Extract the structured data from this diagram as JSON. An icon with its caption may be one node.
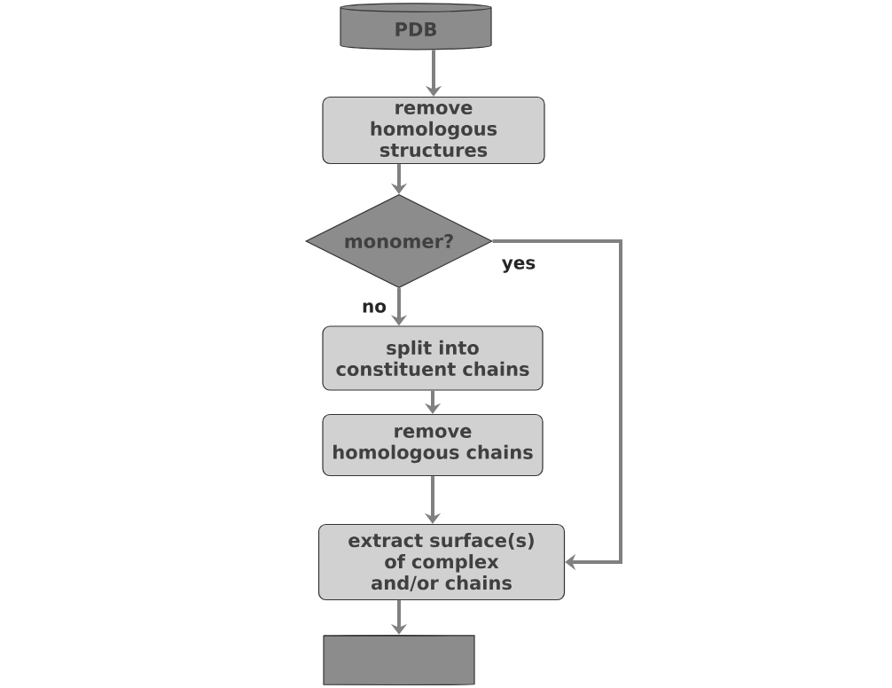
{
  "diagram": {
    "nodes": [
      {
        "text": [
          "PDB"
        ]
      },
      {
        "text": [
          "remove homologous structures"
        ]
      },
      {
        "text": [
          "monomer?"
        ]
      },
      {
        "text": [
          "split into constituent chains"
        ]
      },
      {
        "text": [
          "remove homologous chains"
        ]
      },
      {
        "text": [
          "extract surface(s) of complex and/or chains"
        ]
      },
      {
        "text": [],
        "shape": "cylinder"
      }
    ],
    "edges": [
      {
        "from": 0,
        "to": 1,
        "arrow": "to"
      },
      {
        "from": 1,
        "to": 2,
        "arrow": "to"
      },
      {
        "from": 2,
        "to": 5,
        "arrow": "to",
        "label": "yes"
      },
      {
        "from": 2,
        "to": 3,
        "arrow": "to",
        "label": "no"
      },
      {
        "from": 3,
        "to": 4,
        "arrow": "to"
      },
      {
        "from": 4,
        "to": 5,
        "arrow": "to"
      },
      {
        "from": 5,
        "to": 6,
        "arrow": "to"
      }
    ]
  }
}
